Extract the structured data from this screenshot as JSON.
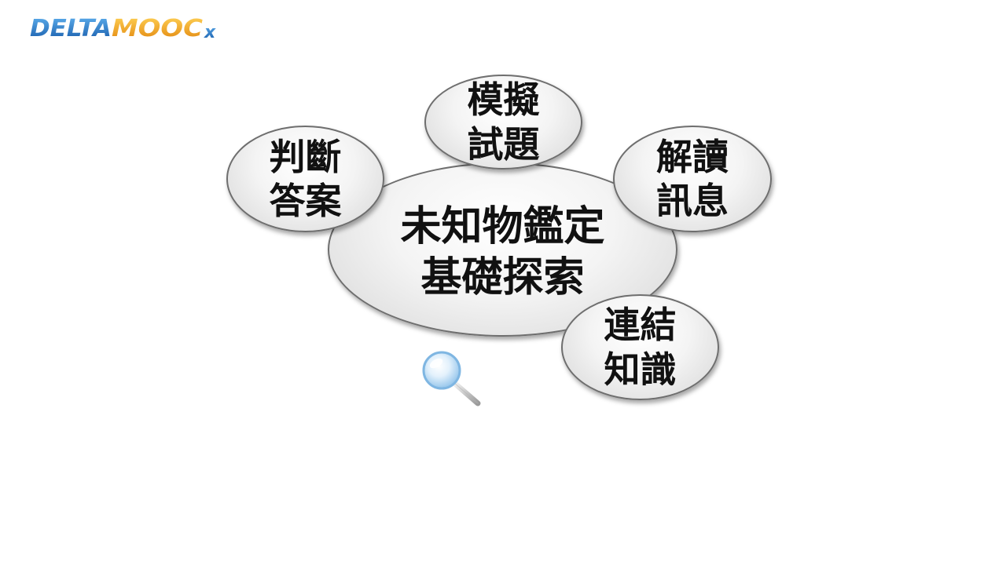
{
  "logo": {
    "text": "DELTAMOOCx",
    "part_delta": "DELTA",
    "part_mooc": "MOOC",
    "part_x": "x",
    "colors": {
      "delta": "#1f74c4",
      "mooc": "#f0a21a",
      "x": "#1f74c4"
    }
  },
  "diagram": {
    "center": {
      "line1": "未知物鑑定",
      "line2": "基礎探索"
    },
    "top": {
      "line1": "模擬",
      "line2": "試題"
    },
    "left": {
      "line1": "判斷",
      "line2": "答案"
    },
    "right": {
      "line1": "解讀",
      "line2": "訊息"
    },
    "bottom": {
      "line1": "連結",
      "line2": "知識"
    }
  },
  "icons": {
    "magnifier": "magnifying-glass-icon"
  },
  "colors": {
    "bubble_border": "#6e6e6e",
    "text": "#111111",
    "magnifier_lens": "#cfe6f8"
  }
}
